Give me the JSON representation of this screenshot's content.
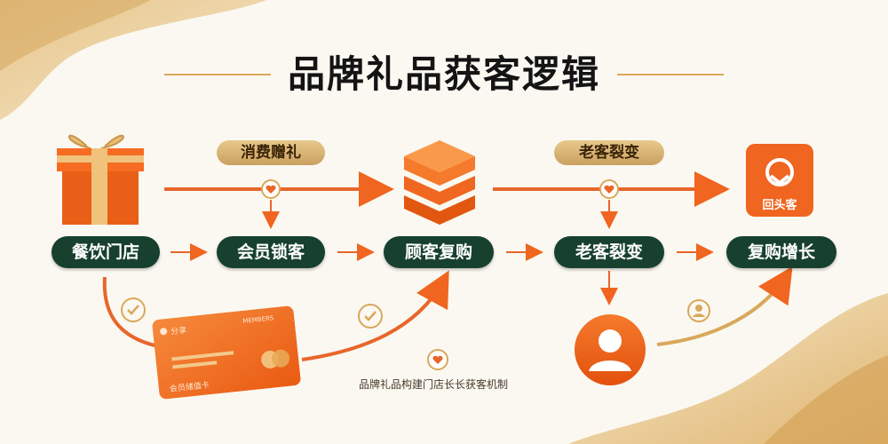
{
  "title": "品牌礼品获客逻辑",
  "tags": {
    "gift": "消费赠礼",
    "referral": "老客裂变"
  },
  "steps": [
    {
      "label": "餐饮门店"
    },
    {
      "label": "会员锁客"
    },
    {
      "label": "顾客复购"
    },
    {
      "label": "老客裂变"
    },
    {
      "label": "复购增长"
    }
  ],
  "card": {
    "brand": "分享",
    "top_right": "MEMBERS",
    "bottom": "会员储值卡"
  },
  "box_label": "回头客",
  "bottom_note": "品牌礼品构建门店长长获客机制",
  "colors": {
    "orange": "#f0651f",
    "dark_green": "#17402f",
    "gold": "#d9a85a"
  }
}
